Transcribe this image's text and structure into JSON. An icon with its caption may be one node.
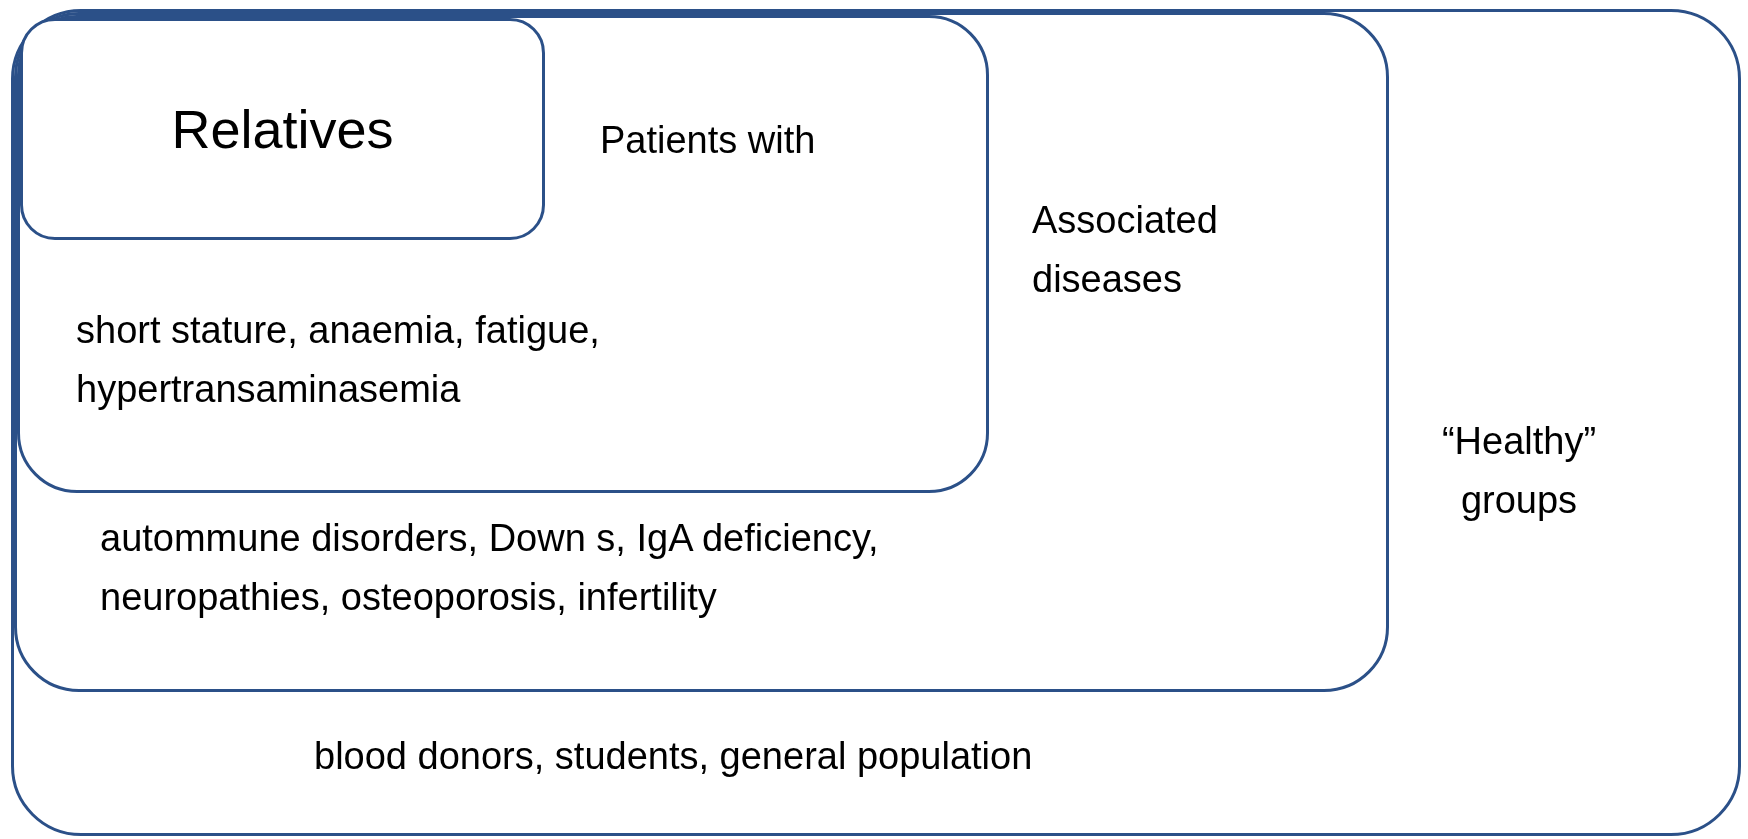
{
  "diagram": {
    "nodes": [
      {
        "text": [
          "“Healthy” groups",
          "blood donors, students, general population"
        ]
      },
      {
        "text": [
          "Associated diseases",
          "autommune disorders, Down s, IgA deficiency, neuropathies, osteoporosis, infertility"
        ],
        "in": 0
      },
      {
        "text": [
          "Patients with",
          "short stature, anaemia, fatigue, hypertransaminasemia"
        ],
        "in": 1
      },
      {
        "text": [
          "Relatives"
        ],
        "in": 2
      }
    ]
  }
}
